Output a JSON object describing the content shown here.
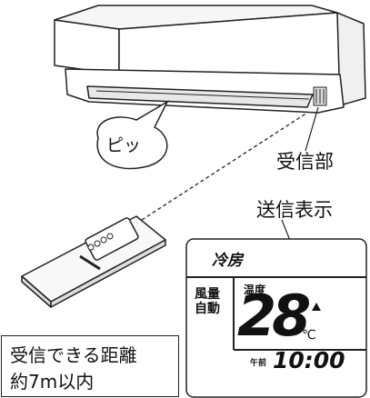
{
  "labels": {
    "receiver": "受信部",
    "transmit_indicator": "送信表示",
    "beep": "ピッ"
  },
  "range_note": {
    "line1": "受信できる距離",
    "line2": "約7m以内"
  },
  "remote_display": {
    "mode": "冷房",
    "fan_label": "風量",
    "fan_value": "自動",
    "temp_label": "温度",
    "temp_value": "28",
    "temp_unit": "℃",
    "ampm": "午前",
    "time": "10:00"
  }
}
